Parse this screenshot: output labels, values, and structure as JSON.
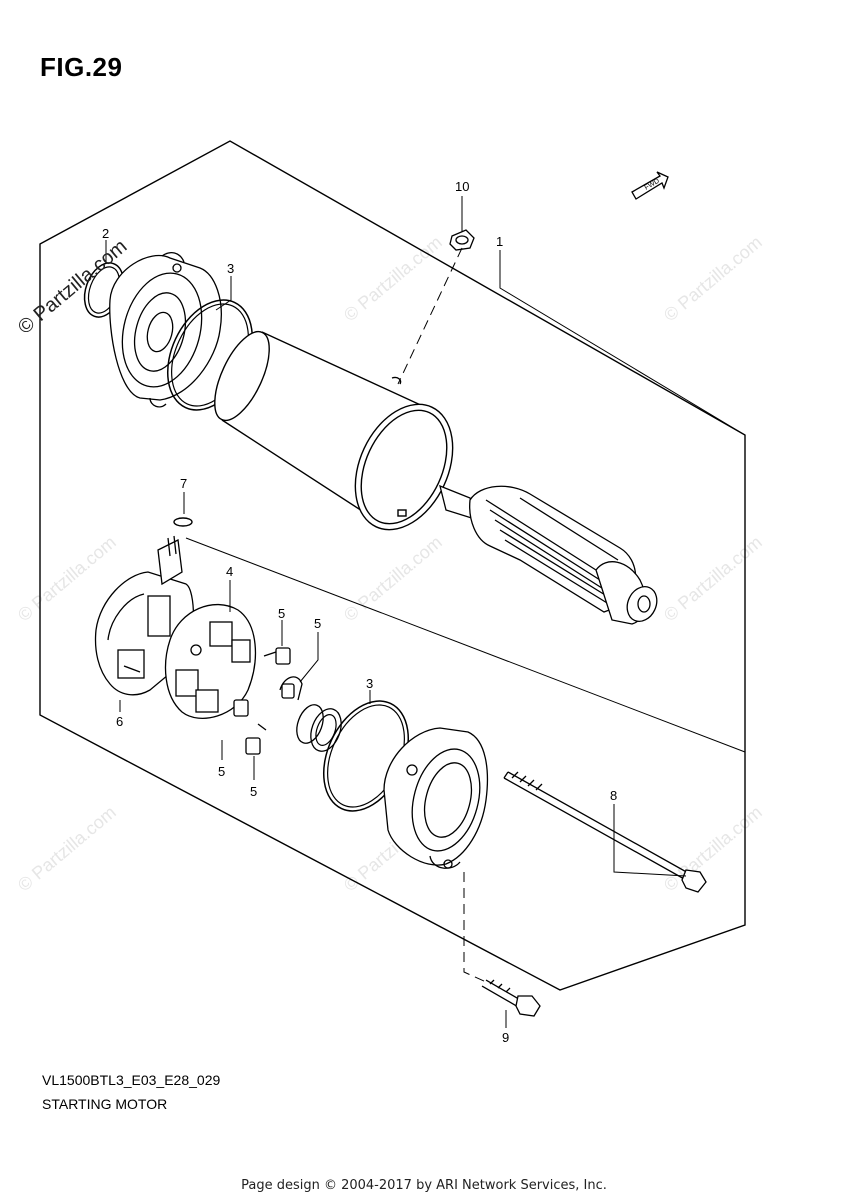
{
  "figure": {
    "title": "FIG.29"
  },
  "caption": {
    "model_code": "VL1500BTL3_E03_E28_029",
    "section": "STARTING MOTOR"
  },
  "footer": {
    "text": "Page design © 2004-2017 by ARI Network Services, Inc."
  },
  "watermark": {
    "main": "© Partzilla.com",
    "faint": "© Partzilla.com"
  },
  "fwd_label": "FWD",
  "callouts": {
    "c1": "1",
    "c2": "2",
    "c3a": "3",
    "c3b": "3",
    "c4": "4",
    "c5a": "5",
    "c5b": "5",
    "c5c": "5",
    "c5d": "5",
    "c6": "6",
    "c7": "7",
    "c8": "8",
    "c9": "9",
    "c10": "10"
  }
}
